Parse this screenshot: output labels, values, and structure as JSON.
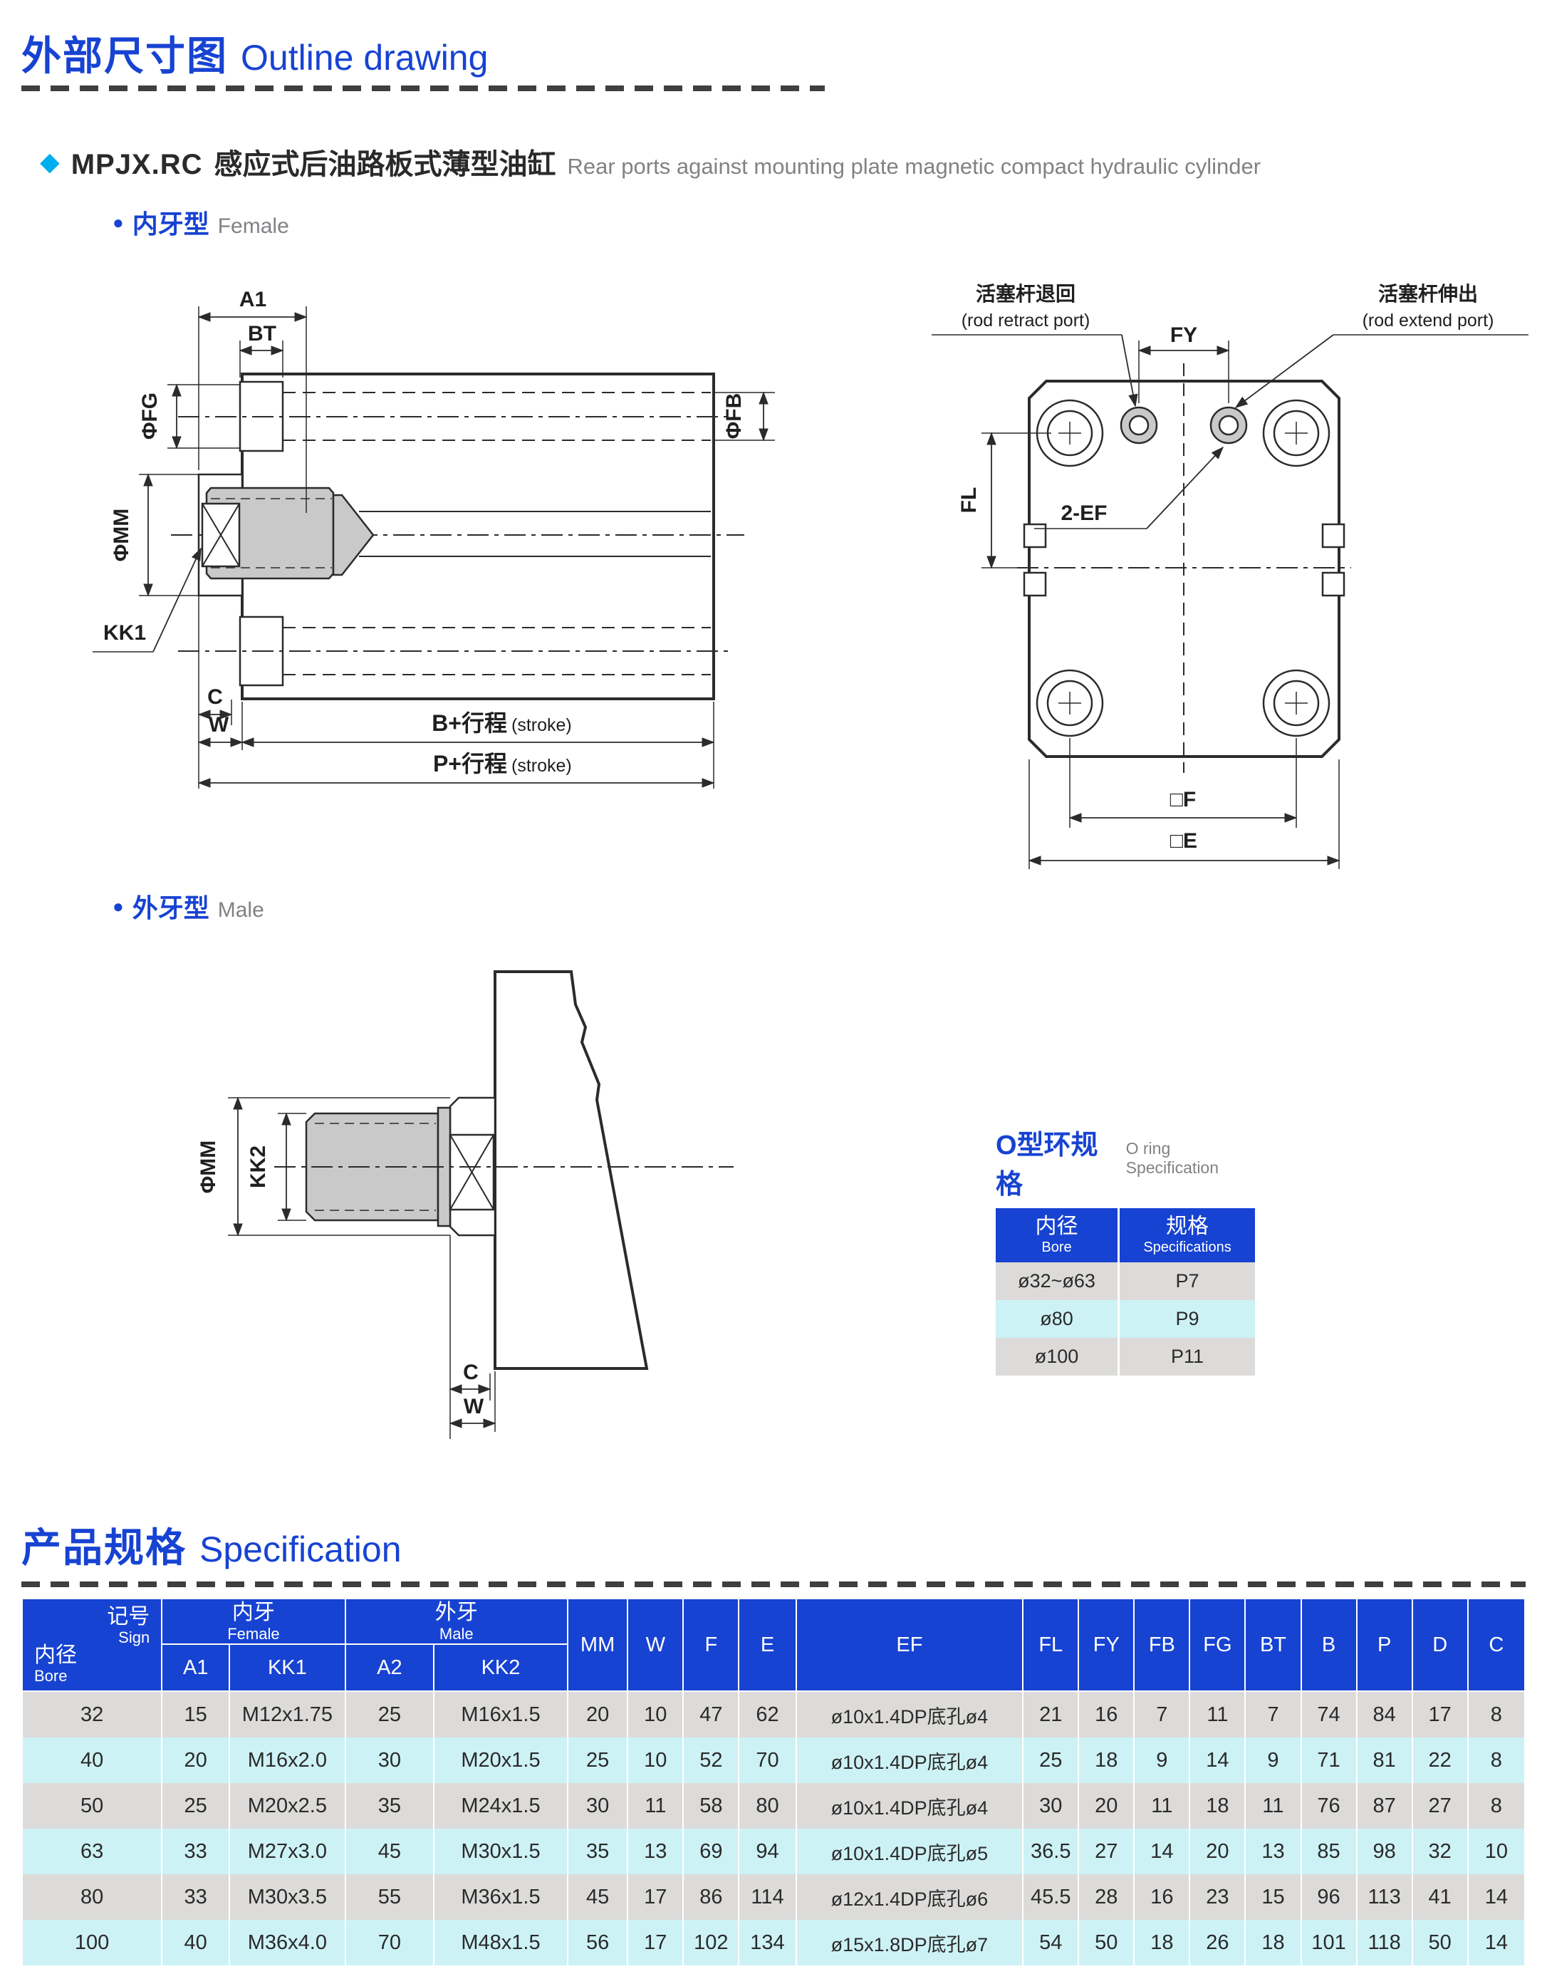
{
  "header": {
    "title_zh": "外部尺寸图",
    "title_en": "Outline drawing"
  },
  "product": {
    "model": "MPJX.RC",
    "desc_zh": "感应式后油路板式薄型油缸",
    "desc_en": "Rear ports against mounting plate magnetic compact hydraulic cylinder"
  },
  "sections": {
    "female_zh": "内牙型",
    "female_en": "Female",
    "male_zh": "外牙型",
    "male_en": "Male"
  },
  "dims": {
    "a1": "A1",
    "bt": "BT",
    "fg": "ΦFG",
    "mm": "ΦMM",
    "fb": "ΦFB",
    "kk1": "KK1",
    "kk2": "KK2",
    "c": "C",
    "w": "W",
    "b": "B+行程",
    "p": "P+行程",
    "stroke": "(stroke)",
    "fy": "FY",
    "fl": "FL",
    "ef2": "2-EF",
    "f": "□F",
    "e": "□E"
  },
  "ports": {
    "retract_zh": "活塞杆退回",
    "retract_en": "(rod retract port)",
    "extend_zh": "活塞杆伸出",
    "extend_en": "(rod extend port)"
  },
  "oring": {
    "title_zh": "O型环规格",
    "title_en": "O ring Specification",
    "col_bore_zh": "内径",
    "col_bore_en": "Bore",
    "col_spec_zh": "规格",
    "col_spec_en": "Specifications",
    "rows": [
      [
        "ø32~ø63",
        "P7"
      ],
      [
        "ø80",
        "P9"
      ],
      [
        "ø100",
        "P11"
      ]
    ]
  },
  "spec": {
    "title_zh": "产品规格",
    "title_en": "Specification",
    "corner": {
      "sign_zh": "记号",
      "sign_en": "Sign",
      "bore_zh": "内径",
      "bore_en": "Bore"
    },
    "groups": {
      "female_zh": "内牙",
      "female_en": "Female",
      "male_zh": "外牙",
      "male_en": "Male"
    },
    "subcols": [
      "A1",
      "KK1",
      "A2",
      "KK2"
    ],
    "cols": [
      "MM",
      "W",
      "F",
      "E",
      "EF",
      "FL",
      "FY",
      "FB",
      "FG",
      "BT",
      "B",
      "P",
      "D",
      "C"
    ],
    "rows": [
      [
        "32",
        "15",
        "M12x1.75",
        "25",
        "M16x1.5",
        "20",
        "10",
        "47",
        "62",
        "ø10x1.4DP底孔ø4",
        "21",
        "16",
        "7",
        "11",
        "7",
        "74",
        "84",
        "17",
        "8"
      ],
      [
        "40",
        "20",
        "M16x2.0",
        "30",
        "M20x1.5",
        "25",
        "10",
        "52",
        "70",
        "ø10x1.4DP底孔ø4",
        "25",
        "18",
        "9",
        "14",
        "9",
        "71",
        "81",
        "22",
        "8"
      ],
      [
        "50",
        "25",
        "M20x2.5",
        "35",
        "M24x1.5",
        "30",
        "11",
        "58",
        "80",
        "ø10x1.4DP底孔ø4",
        "30",
        "20",
        "11",
        "18",
        "11",
        "76",
        "87",
        "27",
        "8"
      ],
      [
        "63",
        "33",
        "M27x3.0",
        "45",
        "M30x1.5",
        "35",
        "13",
        "69",
        "94",
        "ø10x1.4DP底孔ø5",
        "36.5",
        "27",
        "14",
        "20",
        "13",
        "85",
        "98",
        "32",
        "10"
      ],
      [
        "80",
        "33",
        "M30x3.5",
        "55",
        "M36x1.5",
        "45",
        "17",
        "86",
        "114",
        "ø12x1.4DP底孔ø6",
        "45.5",
        "28",
        "16",
        "23",
        "15",
        "96",
        "113",
        "41",
        "14"
      ],
      [
        "100",
        "40",
        "M36x4.0",
        "70",
        "M48x1.5",
        "56",
        "17",
        "102",
        "134",
        "ø15x1.8DP底孔ø7",
        "54",
        "50",
        "18",
        "26",
        "18",
        "101",
        "118",
        "50",
        "14"
      ]
    ]
  }
}
